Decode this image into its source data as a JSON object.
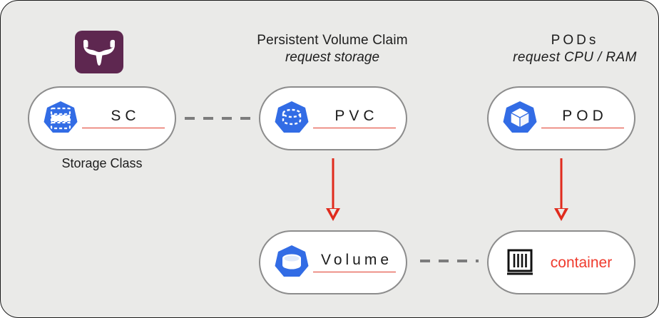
{
  "diagram": {
    "title_logo": "longhorn-logo",
    "headings": [
      {
        "id": "pvc",
        "line1": "Persistent Volume Claim",
        "line2": "request storage"
      },
      {
        "id": "pod",
        "line1": "PODs",
        "line2": "request CPU / RAM"
      }
    ],
    "nodes": [
      {
        "id": "sc",
        "label": "SC",
        "icon": "storage-class-icon",
        "underline": true,
        "label_color": "#1b1b1b"
      },
      {
        "id": "pvc",
        "label": "PVC",
        "icon": "pvc-disk-icon",
        "underline": true,
        "label_color": "#1b1b1b"
      },
      {
        "id": "pod",
        "label": "POD",
        "icon": "pod-cube-icon",
        "underline": true,
        "label_color": "#1b1b1b"
      },
      {
        "id": "volume",
        "label": "Volume",
        "icon": "volume-cylinder-icon",
        "underline": true,
        "label_color": "#1b1b1b"
      },
      {
        "id": "container",
        "label": "container",
        "icon": "container-box-icon",
        "underline": false,
        "label_color": "#ef3b2d"
      }
    ],
    "captions": [
      {
        "id": "storage-class",
        "text": "Storage Class"
      }
    ],
    "connectors": [
      {
        "id": "sc-to-pvc",
        "style": "dashed",
        "color": "#7c7c7c",
        "direction": "horizontal"
      },
      {
        "id": "volume-to-container",
        "style": "dashed",
        "color": "#7c7c7c",
        "direction": "horizontal"
      },
      {
        "id": "pvc-to-volume",
        "style": "arrow",
        "color": "#e02b1d",
        "direction": "down"
      },
      {
        "id": "pod-to-container",
        "style": "arrow",
        "color": "#e02b1d",
        "direction": "down"
      }
    ],
    "colors": {
      "background": "#eaeae8",
      "kubernetes_blue": "#326ce5",
      "longhorn_purple": "#5e2750",
      "accent_red": "#e03b2a",
      "node_border": "#8c8c8c"
    }
  }
}
